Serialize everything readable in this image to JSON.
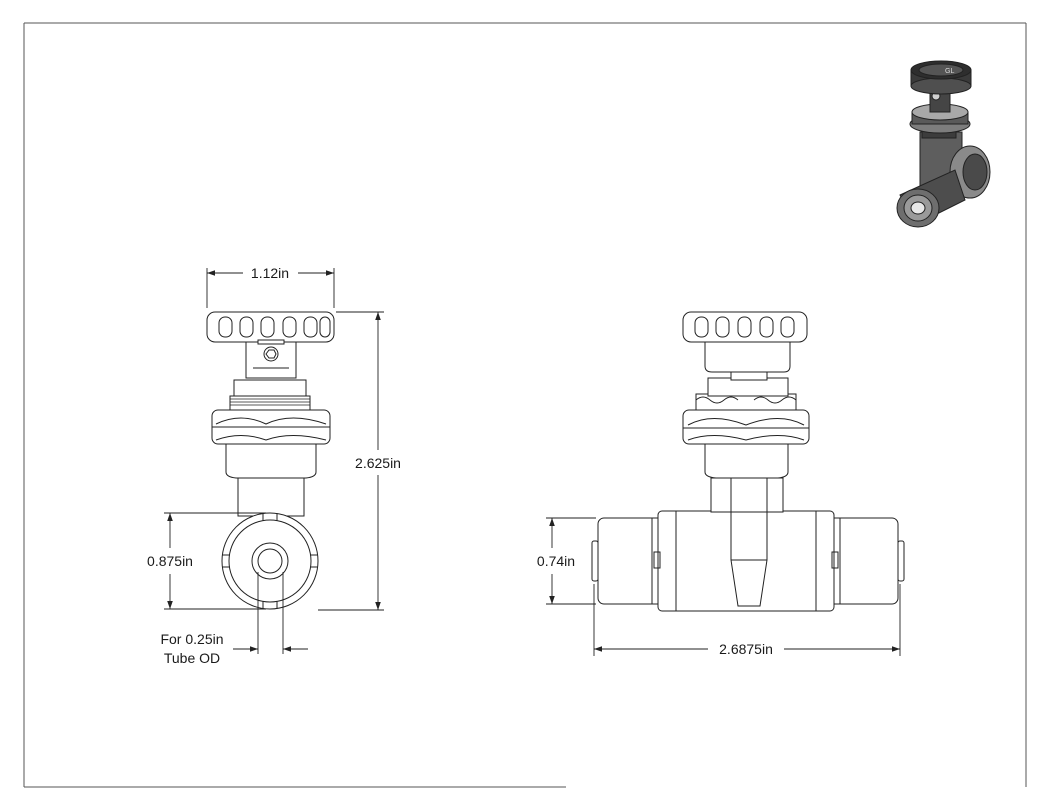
{
  "drawing": {
    "front_view": {
      "width_label": "1.12in",
      "height_label": "2.625in",
      "port_height_label": "0.875in",
      "tube_note_line1": "For 0.25in",
      "tube_note_line2": "Tube OD"
    },
    "side_view": {
      "port_height_label": "0.74in",
      "length_label": "2.6875in"
    }
  },
  "colors": {
    "line": "#222222",
    "border": "#555555",
    "iso_dark": "#3a3a3a",
    "iso_mid": "#6b6b6b",
    "iso_light": "#b5b5b5"
  }
}
